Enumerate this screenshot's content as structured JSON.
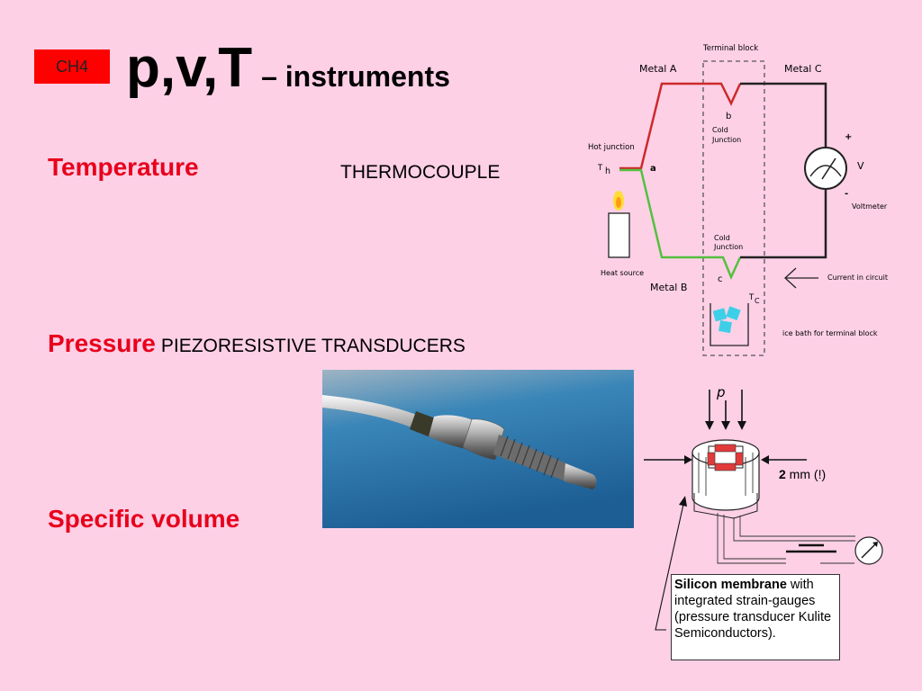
{
  "badge": "CH4",
  "title": {
    "main": "p,v,T",
    "suffix": "– instruments"
  },
  "temperature": {
    "heading": "Temperature",
    "method": "THERMOCOUPLE"
  },
  "pressure": {
    "heading": "Pressure",
    "method": "PIEZORESISTIVE TRANSDUCERS"
  },
  "specific_volume": {
    "heading": "Specific volume"
  },
  "thermocouple_diagram": {
    "terminal_block": "Terminal block",
    "metal_a": "Metal A",
    "metal_b": "Metal B",
    "metal_c": "Metal C",
    "hot_junction": "Hot junction",
    "th_main": "T",
    "th_sub": "h",
    "point_a": "a",
    "point_b": "b",
    "point_c": "c",
    "cold_junction_top_1": "Cold",
    "cold_junction_top_2": "Junction",
    "cold_junction_bottom_1": "Cold",
    "cold_junction_bottom_2": "Junction",
    "heat_source": "Heat source",
    "plus": "+",
    "minus": "-",
    "v_label": "V",
    "voltmeter": "Voltmeter",
    "current": "Current in circuit",
    "tc_main": "T",
    "tc_sub": "C",
    "ice_bath": "ice bath for terminal block",
    "colors": {
      "metal_a": "#cc2a2a",
      "metal_b": "#55c040",
      "metal_c": "#222222",
      "ice": "#3ecfe8"
    }
  },
  "transducer_diagram": {
    "p_label": "p",
    "size_bold": "2",
    "size_rest": " mm (!)",
    "caption_bold": "Silicon membrane",
    "caption_rest": " with integrated strain-gauges (pressure transducer Kulite Semiconductors)."
  }
}
